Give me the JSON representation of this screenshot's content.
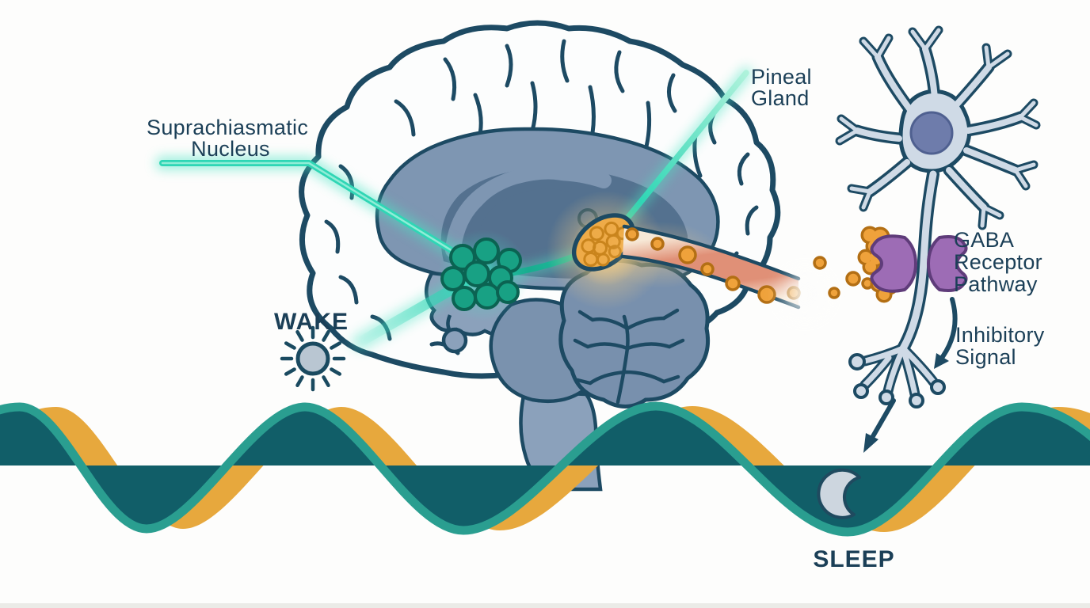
{
  "figure": {
    "type": "scientific-diagram",
    "topic": "Sleep-wake cycle: SCN and pineal gland melatonin pathway to GABA receptor"
  },
  "labels": {
    "scn": [
      "Suprachiasmatic",
      "Nucleus"
    ],
    "pineal": [
      "Pineal",
      "Gland"
    ],
    "gaba": [
      "GABA",
      "Receptor",
      "Pathway"
    ],
    "inhibitory": [
      "Inhibitory",
      "Signal"
    ],
    "wake": "WAKE",
    "sleep": "SLEEP"
  },
  "icons": [
    "sun-icon",
    "moon-icon",
    "brain-illustration",
    "neuron-illustration",
    "scn-cluster",
    "pineal-gland",
    "melatonin-molecules",
    "gaba-receptor",
    "down-arrow",
    "wave-ribbon"
  ],
  "colors": {
    "outline_navy": "#1d4a63",
    "label_text": "#1b3f57",
    "teal_ribbon": "#2a9e90",
    "wave_fill": "#115e68",
    "wave_orange": "#e7a83d",
    "accent_glow": "#2fd6b5",
    "scn_green": "#18a184",
    "scn_outline": "#0b6352",
    "pineal_amber": "#eeab48",
    "molecule_orange": "#efa23b",
    "molecule_outline": "#b36f14",
    "receptor_purple": "#9d6cb5",
    "receptor_outline": "#5f3c7a",
    "tube_salmon": "#e09077",
    "tube_cream": "#f7e9d7",
    "brain_slate_light": "#8ba1bb",
    "brain_slate_mid": "#7e96b2",
    "brain_slate_dark": "#54718f",
    "neuron_body": "#cfdae6",
    "nucleus_slate": "#6e7cab",
    "sun_fill": "#b9c6d2",
    "moon_fill": "#cdd6df"
  }
}
